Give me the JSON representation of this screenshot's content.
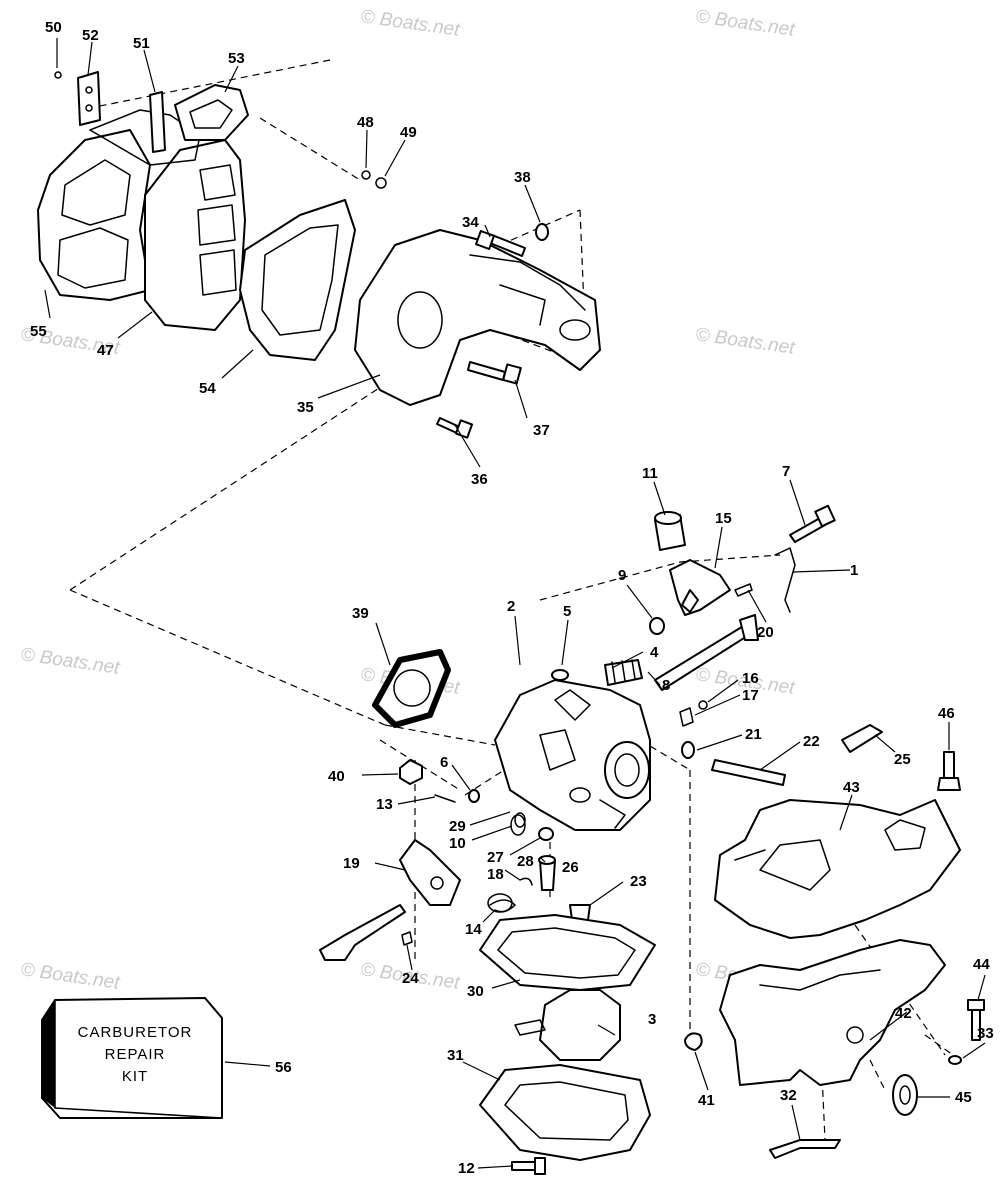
{
  "watermark": "© Boats.net",
  "kit": {
    "line1": "CARBURETOR",
    "line2": "REPAIR",
    "line3": "KIT",
    "callout": "56"
  },
  "callouts": {
    "c1": "1",
    "c2": "2",
    "c3": "3",
    "c4": "4",
    "c5": "5",
    "c6": "6",
    "c7": "7",
    "c8": "8",
    "c9": "9",
    "c10": "10",
    "c11": "11",
    "c12": "12",
    "c13": "13",
    "c14": "14",
    "c15": "15",
    "c16": "16",
    "c17": "17",
    "c18": "18",
    "c19": "19",
    "c20": "20",
    "c21": "21",
    "c22": "22",
    "c23": "23",
    "c24": "24",
    "c25": "25",
    "c26": "26",
    "c27": "27",
    "c28": "28",
    "c29": "29",
    "c30": "30",
    "c31": "31",
    "c32": "32",
    "c33": "33",
    "c34": "34",
    "c35": "35",
    "c36": "36",
    "c37": "37",
    "c38": "38",
    "c39": "39",
    "c40": "40",
    "c41": "41",
    "c42": "42",
    "c43": "43",
    "c44": "44",
    "c45": "45",
    "c46": "46",
    "c47": "47",
    "c48": "48",
    "c49": "49",
    "c50": "50",
    "c51": "51",
    "c52": "52",
    "c53": "53",
    "c54": "54",
    "c55": "55"
  }
}
